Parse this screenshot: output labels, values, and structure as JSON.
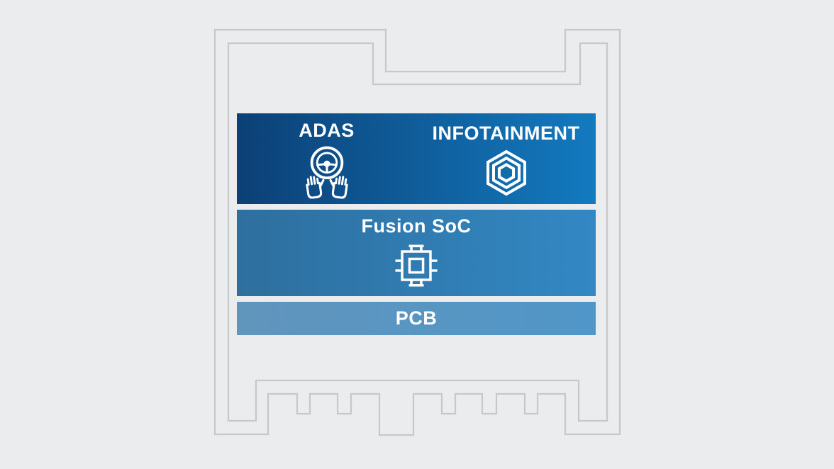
{
  "canvas": {
    "background_color": "#ebeced",
    "package_outline_color": "#c7c8c9",
    "text_color": "#ffffff"
  },
  "diagram": {
    "package": {
      "description_icon": "chip-package-outline"
    },
    "top_bar": {
      "gradient": [
        "#0c4076",
        "#137abf"
      ],
      "items": [
        {
          "label": "ADAS",
          "icon": "steering-wheel-hands-icon"
        },
        {
          "label": "INFOTAINMENT",
          "icon": "nested-hexagons-icon"
        }
      ]
    },
    "middle_bar": {
      "gradient": [
        "#2e6f9e",
        "#3288c4"
      ],
      "label": "Fusion SoC",
      "icon": "soc-chip-icon"
    },
    "bottom_bar": {
      "gradient": [
        "#6195bc",
        "#5096c8"
      ],
      "label": "PCB"
    }
  }
}
